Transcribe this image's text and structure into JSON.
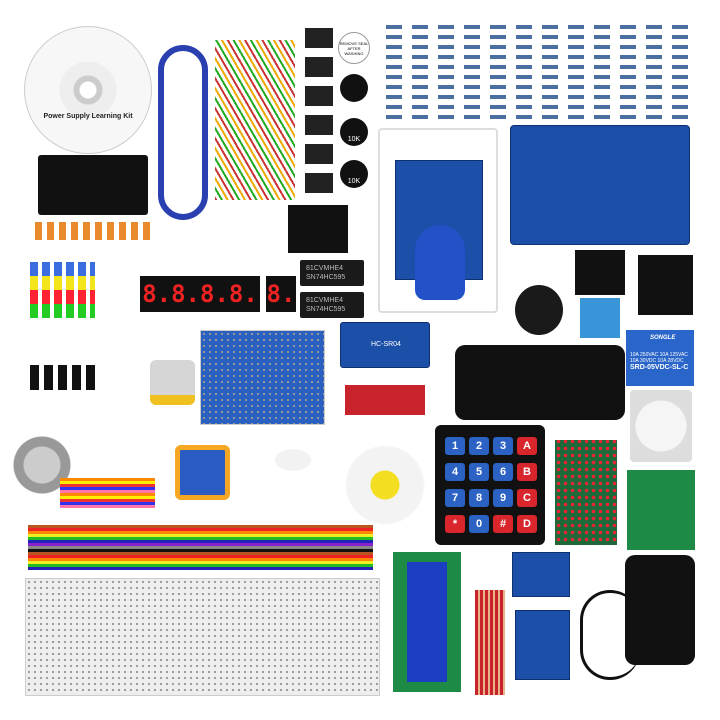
{
  "cd_label": "Power Supply Learning Kit",
  "buzzer_label": "REMOVE SEAL AFTER WASHING",
  "potentiometer_label": "10K",
  "seven_segment": {
    "four_digit": "8.8.8.8.",
    "one_digit": "8."
  },
  "shift_register_chip": {
    "line1": "81CVMHE4",
    "line2": "SN74HC595"
  },
  "ultrasonic_label": "HC-SR04",
  "relay": {
    "brand": "SONGLE",
    "ratings": "10A 250VAC 10A 125VAC\n10A 30VDC 10A 28VDC",
    "model": "SRD-05VDC-SL-C"
  },
  "keypad_keys": [
    "1",
    "2",
    "3",
    "A",
    "4",
    "5",
    "6",
    "B",
    "7",
    "8",
    "9",
    "C",
    "*",
    "0",
    "#",
    "D"
  ],
  "colors": {
    "pcb_blue": "#1c4fa8",
    "pcb_red": "#c8232b",
    "keypad_blue": "#2b62c4",
    "keypad_red": "#d8262c",
    "segment_red": "#e22222"
  }
}
